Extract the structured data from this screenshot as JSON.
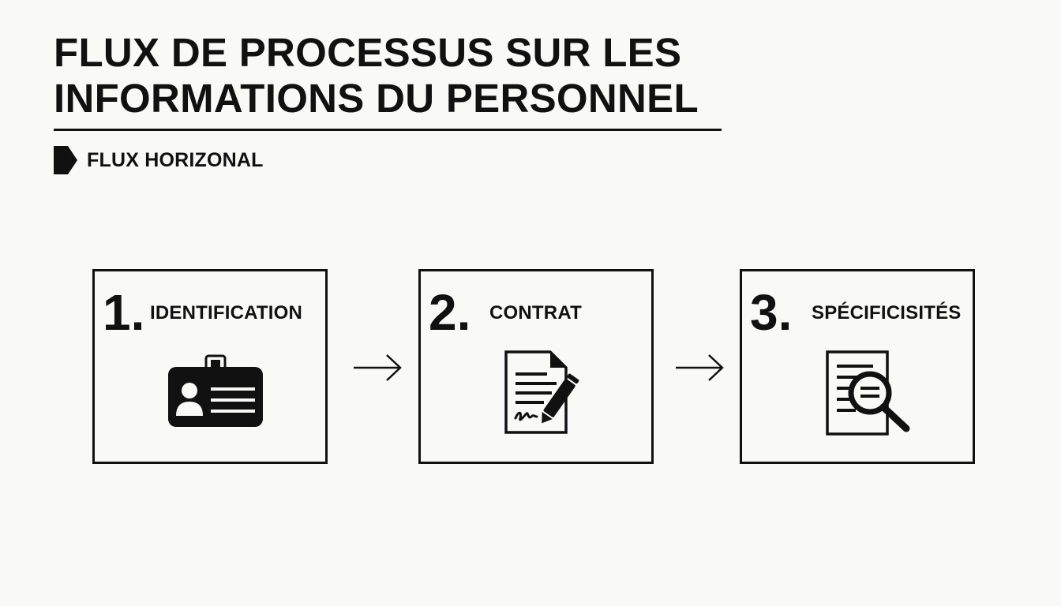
{
  "title": {
    "line1": "FLUX DE PROCESSUS SUR LES",
    "line2": "INFORMATIONS DU PERSONNEL"
  },
  "subtitle": "FLUX HORIZONAL",
  "steps": [
    {
      "number": "1.",
      "label": "IDENTIFICATION",
      "icon": "id-badge-icon"
    },
    {
      "number": "2.",
      "label": "CONTRAT",
      "icon": "signed-contract-icon"
    },
    {
      "number": "3.",
      "label": "SPÉCIFICISITÉS",
      "icon": "document-search-icon"
    }
  ],
  "colors": {
    "ink": "#111111",
    "background": "#f9f9f8"
  }
}
